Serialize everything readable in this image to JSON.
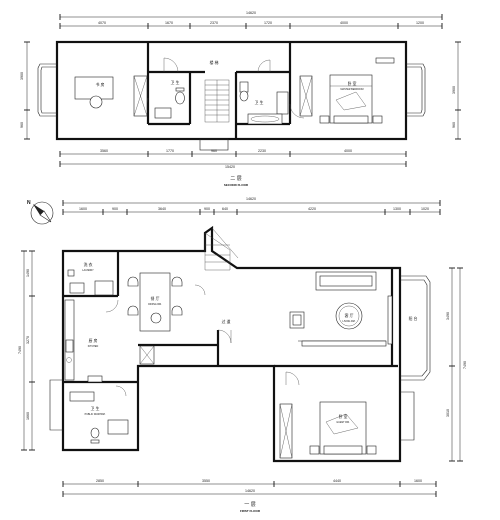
{
  "second_floor": {
    "title_cn": "二 层",
    "title_en": "SECOND FLOOR",
    "top_total": "14620",
    "top_segments": [
      "4070",
      "1670",
      "2370",
      "1720",
      "4000",
      "1200"
    ],
    "bottom_segments": [
      "3560",
      "1770",
      "960",
      "2230",
      "4000"
    ],
    "bottom_total": "15420",
    "left_dims": [
      "3900",
      "960"
    ],
    "right_dims": [
      "3900",
      "960"
    ],
    "rooms": {
      "study": "书 房",
      "bath_a": "卫 生",
      "stair_hall": "楼 梯",
      "bath_b": "卫 生",
      "bedroom": "卧 室",
      "bedroom_sub": "MASTER BEDROOM"
    }
  },
  "first_floor": {
    "title_cn": "一 层",
    "title_en": "FIRST FLOOR",
    "top_total": "14620",
    "top_segments": [
      "1600",
      "900",
      "3640",
      "900",
      "640",
      "4220",
      "1300",
      "1020"
    ],
    "bottom_segments": [
      "2850",
      "3550",
      "4440",
      "1600"
    ],
    "bottom_total": "14620",
    "left_dims": [
      "1490",
      "3270",
      "1660"
    ],
    "left_total": "7490",
    "right_dims": [
      "3490",
      "3010"
    ],
    "right_total": "7490",
    "rooms": {
      "laundry": "洗 衣",
      "laundry_sub": "LAUNDRY",
      "dining": "餐 厅",
      "dining_sub": "DINING RM.",
      "kitchen": "厨 房",
      "kitchen_sub": "KITCHEN",
      "corridor": "过 道",
      "living": "客 厅",
      "living_sub": "LIVING RM.",
      "balcony": "阳 台",
      "guest_bath": "卫 生",
      "guest_bath_sub": "PUBLIC WASHRM.",
      "bedroom": "卧 室",
      "bedroom_sub": "GUEST RM."
    }
  },
  "icons": {
    "north_arrow": "north-arrow-icon"
  }
}
